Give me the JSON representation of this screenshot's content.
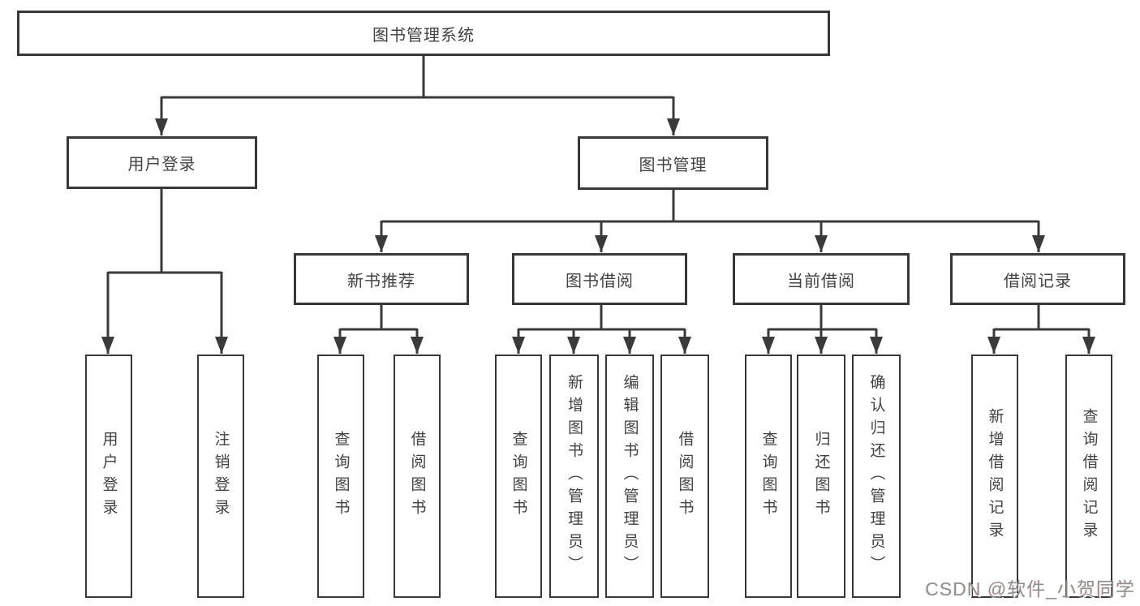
{
  "diagram": {
    "type": "hierarchy-tree",
    "colors": {
      "line": "#3a3a3a",
      "box_border": "#383838",
      "text": "#424242",
      "background": "#ffffff",
      "watermark_text_color": "#8a8a8a"
    },
    "tree": {
      "label": "图书管理系统",
      "children": [
        {
          "label": "用户登录",
          "children": [
            {
              "label": "用户登录"
            },
            {
              "label": "注销登录"
            }
          ]
        },
        {
          "label": "图书管理",
          "children": [
            {
              "label": "新书推荐",
              "children": [
                {
                  "label": "查询图书"
                },
                {
                  "label": "借阅图书"
                }
              ]
            },
            {
              "label": "图书借阅",
              "children": [
                {
                  "label": "查询图书"
                },
                {
                  "label": "新增图书（管理员）"
                },
                {
                  "label": "编辑图书（管理员）"
                },
                {
                  "label": "借阅图书"
                }
              ]
            },
            {
              "label": "当前借阅",
              "children": [
                {
                  "label": "查询图书"
                },
                {
                  "label": "归还图书"
                },
                {
                  "label": "确认归还（管理员）"
                }
              ]
            },
            {
              "label": "借阅记录",
              "children": [
                {
                  "label": "新增借阅记录"
                },
                {
                  "label": "查询借阅记录"
                }
              ]
            }
          ]
        }
      ]
    },
    "watermark": {
      "text": "CSDN @软件_小贺同学"
    }
  }
}
